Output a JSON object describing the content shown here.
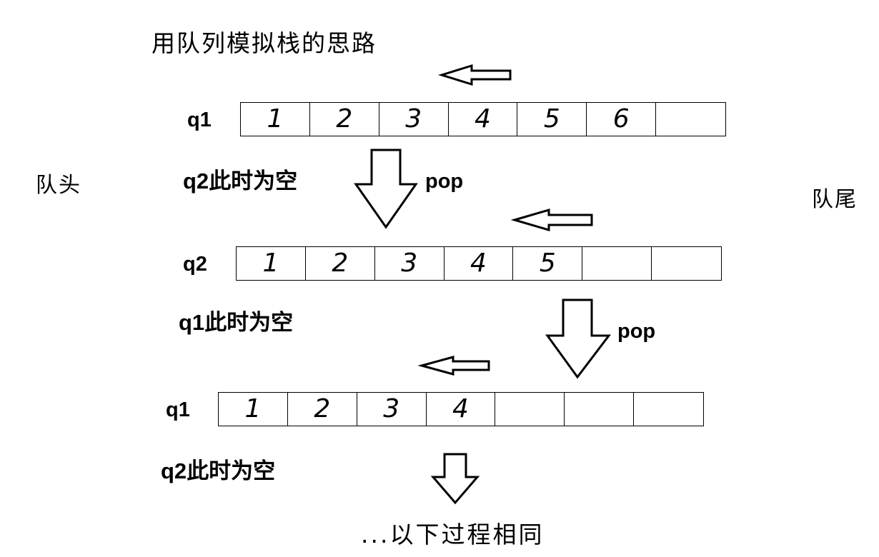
{
  "title": "用队列模拟栈的思路",
  "labels": {
    "head": "队头",
    "tail": "队尾"
  },
  "queues": [
    {
      "name": "q1",
      "cells": [
        "1",
        "2",
        "3",
        "4",
        "5",
        "6",
        ""
      ]
    },
    {
      "name": "q2",
      "cells": [
        "1",
        "2",
        "3",
        "4",
        "5",
        "",
        ""
      ]
    },
    {
      "name": "q1",
      "cells": [
        "1",
        "2",
        "3",
        "4",
        "",
        "",
        ""
      ]
    }
  ],
  "notes": [
    {
      "queue": "q2",
      "text": "此时为空"
    },
    {
      "queue": "q1",
      "text": "此时为空"
    },
    {
      "queue": "q2",
      "text": "此时为空"
    }
  ],
  "pop_labels": [
    "pop",
    "pop"
  ],
  "footer": "...以下过程相同"
}
